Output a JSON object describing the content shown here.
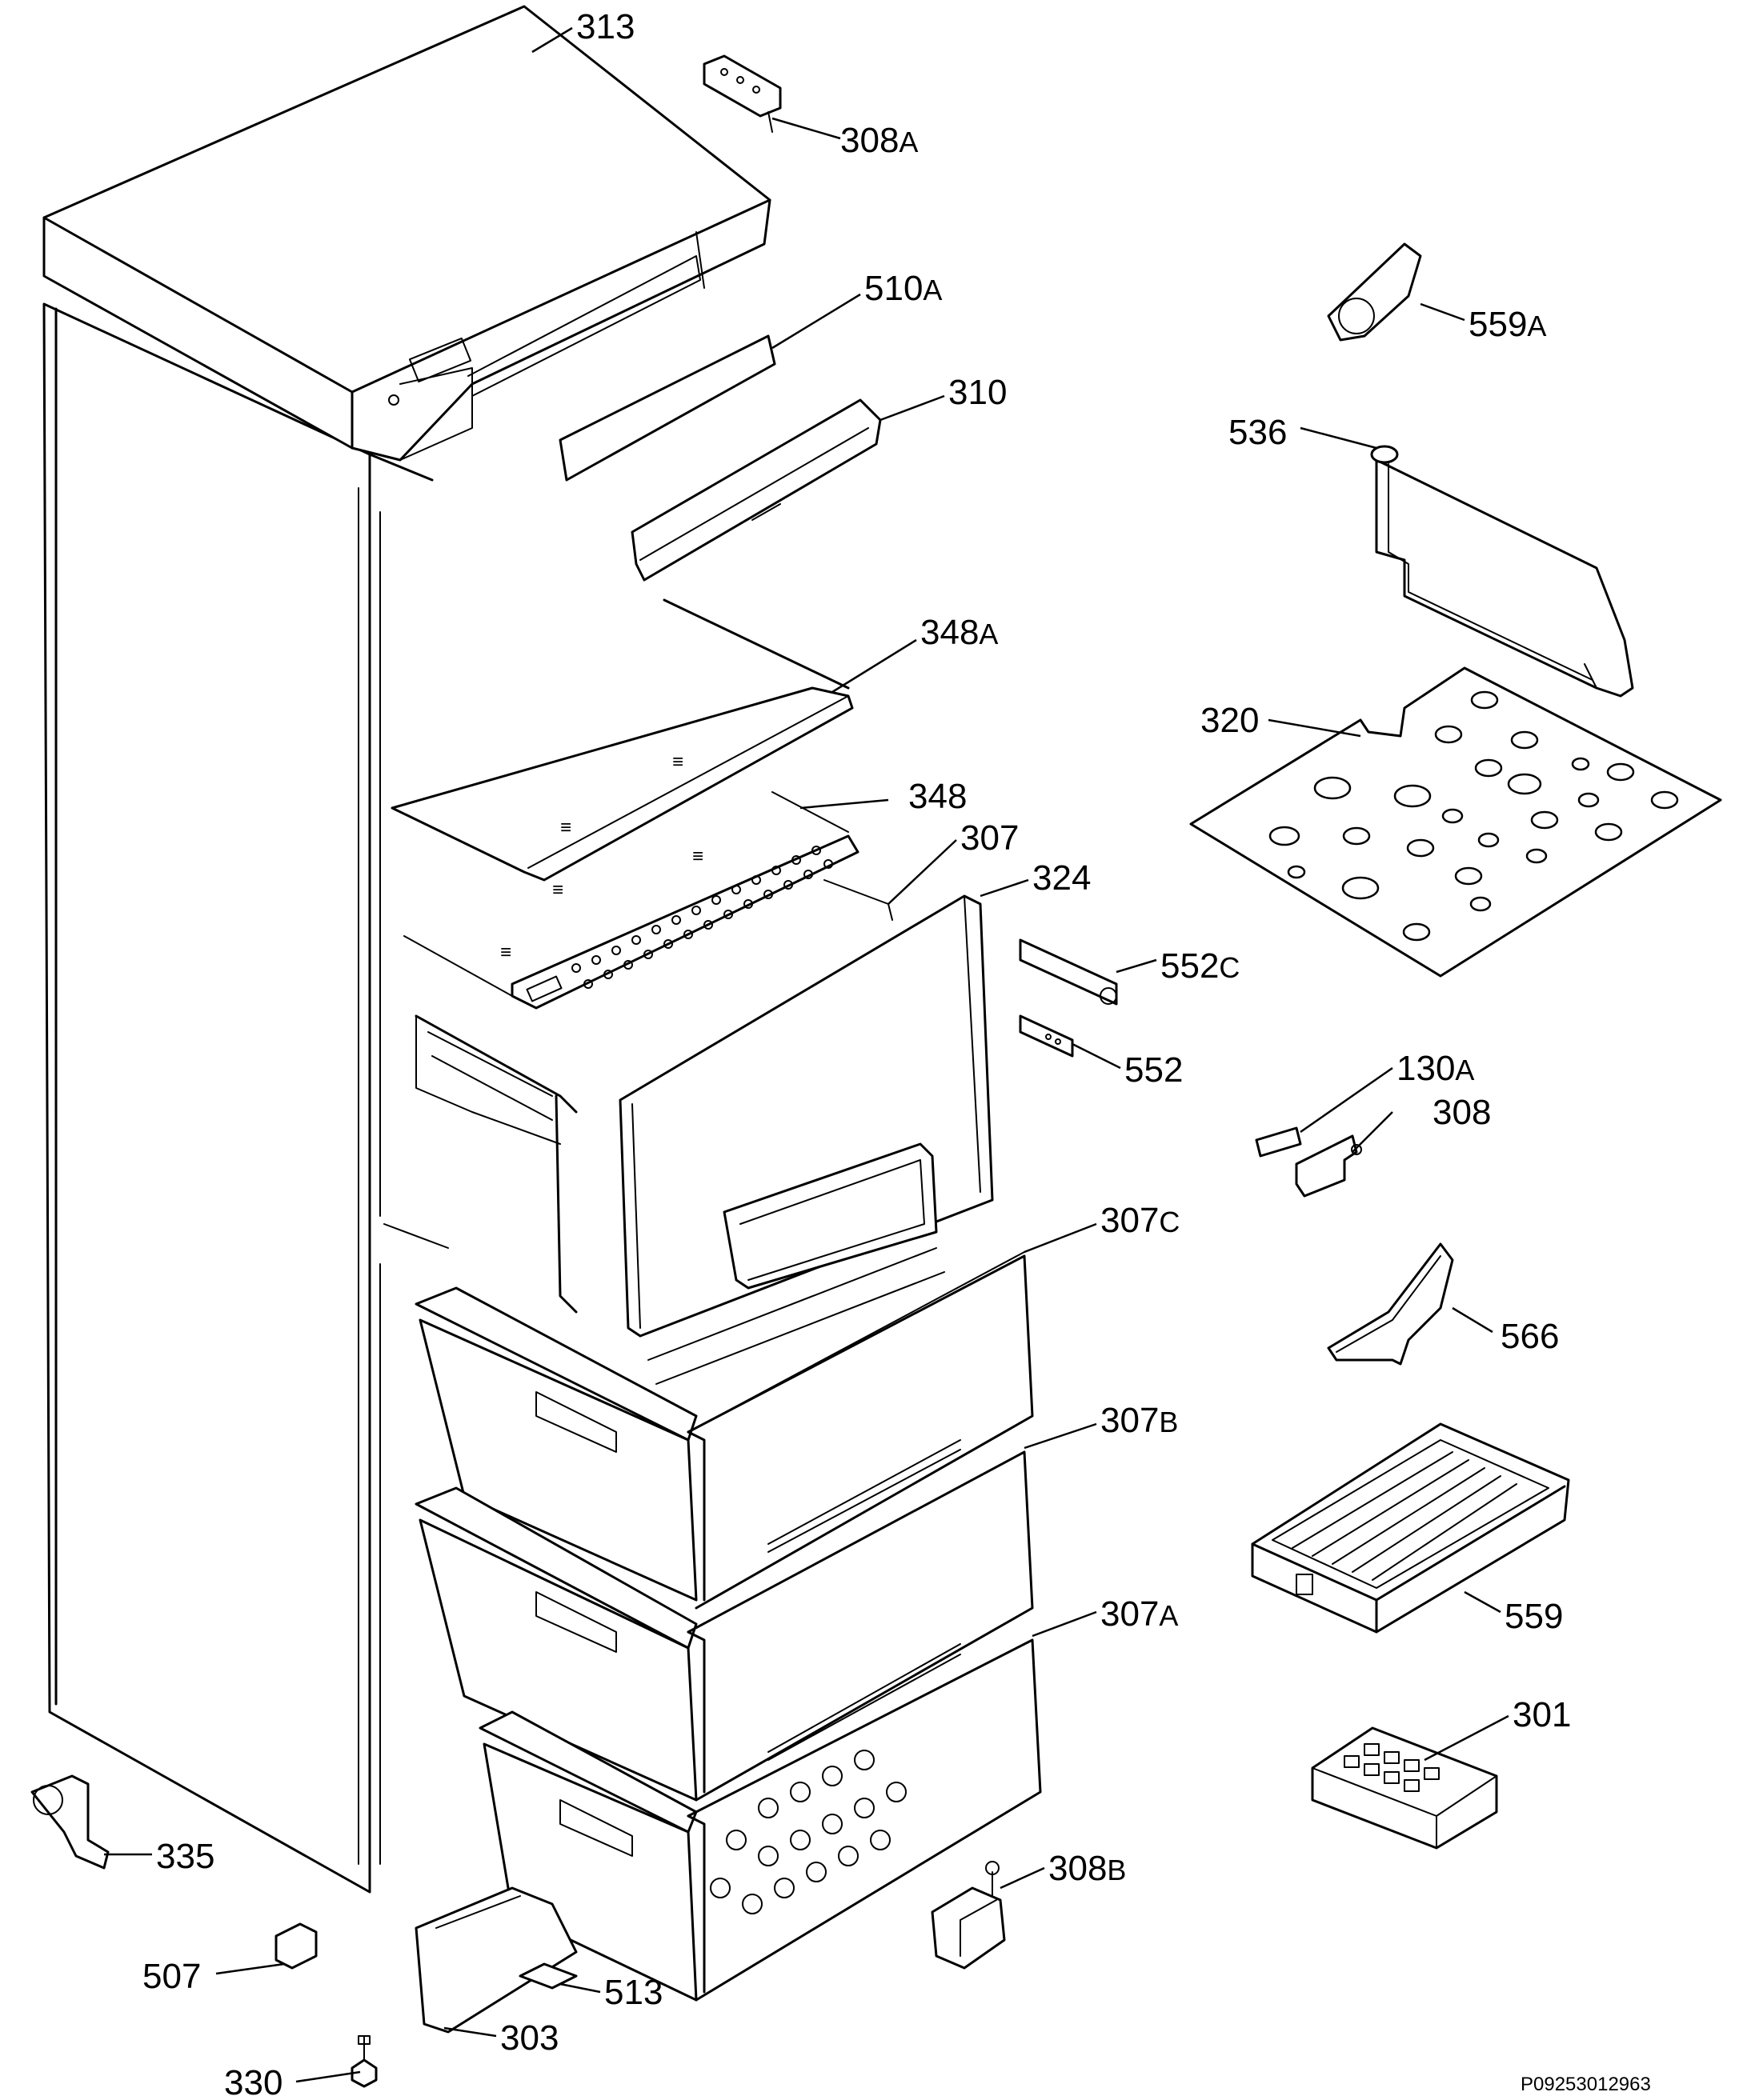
{
  "labels": {
    "p313": "313",
    "p308a": {
      "num": "308",
      "suffix": "A"
    },
    "p510a": {
      "num": "510",
      "suffix": "A"
    },
    "p310": "310",
    "p559a": {
      "num": "559",
      "suffix": "A"
    },
    "p536": "536",
    "p348a": {
      "num": "348",
      "suffix": "A"
    },
    "p320": "320",
    "p348": "348",
    "p307": "307",
    "p324": "324",
    "p552c": {
      "num": "552",
      "suffix": "C"
    },
    "p552": "552",
    "p130a": {
      "num": "130",
      "suffix": "A"
    },
    "p308": "308",
    "p307c": {
      "num": "307",
      "suffix": "C"
    },
    "p566": "566",
    "p307b": {
      "num": "307",
      "suffix": "B"
    },
    "p559": "559",
    "p307a": {
      "num": "307",
      "suffix": "A"
    },
    "p301": "301",
    "p335": "335",
    "p308b": {
      "num": "308",
      "suffix": "B"
    },
    "p507": "507",
    "p513": "513",
    "p330": "330",
    "p303": "303"
  },
  "drawing_code": "P09253012963"
}
